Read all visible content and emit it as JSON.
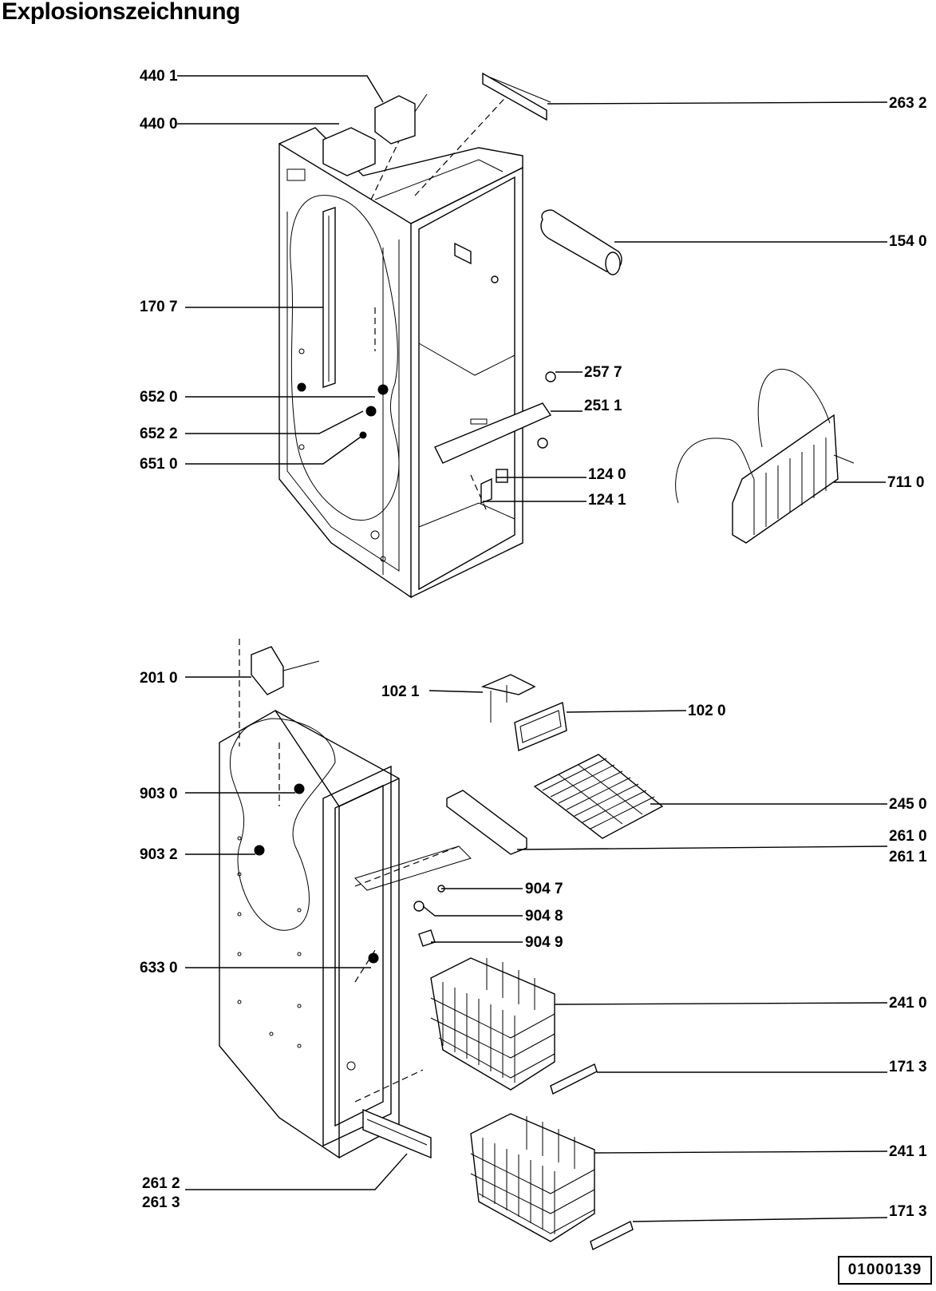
{
  "title": "Explosionszeichnung",
  "document_number": "01000139",
  "labels": [
    {
      "id": "4401",
      "text": "440 1"
    },
    {
      "id": "4400",
      "text": "440 0"
    },
    {
      "id": "2632",
      "text": "263 2"
    },
    {
      "id": "1540",
      "text": "154 0"
    },
    {
      "id": "1707",
      "text": "170 7"
    },
    {
      "id": "2577",
      "text": "257 7"
    },
    {
      "id": "2511",
      "text": "251 1"
    },
    {
      "id": "6520",
      "text": "652 0"
    },
    {
      "id": "6522",
      "text": "652 2"
    },
    {
      "id": "6510",
      "text": "651 0"
    },
    {
      "id": "1240",
      "text": "124 0"
    },
    {
      "id": "1241",
      "text": "124 1"
    },
    {
      "id": "7110",
      "text": "711 0"
    },
    {
      "id": "2010",
      "text": "201 0"
    },
    {
      "id": "1021",
      "text": "102 1"
    },
    {
      "id": "1020",
      "text": "102 0"
    },
    {
      "id": "9030",
      "text": "903 0"
    },
    {
      "id": "2450",
      "text": "245 0"
    },
    {
      "id": "2610",
      "text": "261 0"
    },
    {
      "id": "2611",
      "text": "261 1"
    },
    {
      "id": "9032",
      "text": "903 2"
    },
    {
      "id": "9047",
      "text": "904 7"
    },
    {
      "id": "9048",
      "text": "904 8"
    },
    {
      "id": "9049",
      "text": "904 9"
    },
    {
      "id": "6330",
      "text": "633 0"
    },
    {
      "id": "2410",
      "text": "241 0"
    },
    {
      "id": "1713a",
      "text": "171 3"
    },
    {
      "id": "2411",
      "text": "241 1"
    },
    {
      "id": "2612",
      "text": "261 2"
    },
    {
      "id": "2613",
      "text": "261 3"
    },
    {
      "id": "1713b",
      "text": "171 3"
    }
  ]
}
